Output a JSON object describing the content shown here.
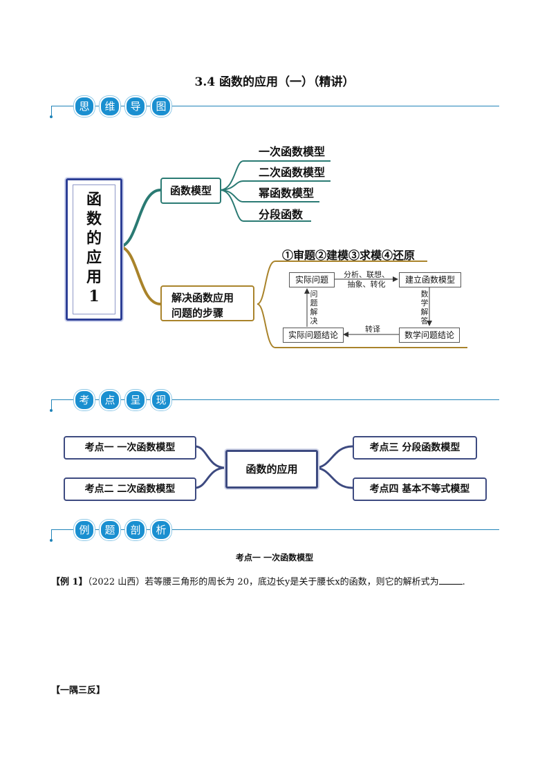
{
  "title": "3.4  函数的应用（一）（精讲）",
  "sections": {
    "mindmap": [
      "思",
      "维",
      "导",
      "图"
    ],
    "points": [
      "考",
      "点",
      "呈",
      "现"
    ],
    "examples": [
      "例",
      "题",
      "剖",
      "析"
    ]
  },
  "mindmap": {
    "root": [
      "函",
      "数",
      "的",
      "应",
      "用",
      "1"
    ],
    "branch1": "函数模型",
    "leaves": [
      "一次函数模型",
      "二次函数模型",
      "幂函数模型",
      "分段函数"
    ],
    "branch2": [
      "解决函数应用",
      "问题的步骤"
    ],
    "steps_title": "①审题②建模③求模④还原",
    "flow": {
      "actual_problem": "实际问题",
      "build_model": "建立函数模型",
      "math_conclusion": "数学问题结论",
      "actual_conclusion": "实际问题结论",
      "arrow_top_1": "分析、联想、",
      "arrow_top_2": "抽象、转化",
      "arrow_right": [
        "数",
        "学",
        "解",
        "答"
      ],
      "arrow_bottom": "转译",
      "arrow_left": [
        "问",
        "题",
        "解",
        "决"
      ]
    }
  },
  "points": {
    "center": "函数的应用",
    "p1": "考点一  一次函数模型",
    "p2": "考点二  二次函数模型",
    "p3": "考点三  分段函数模型",
    "p4": "考点四  基本不等式模型"
  },
  "example": {
    "subtitle": "考点一  一次函数模型",
    "label": "【例 1】",
    "text": "（2022 山西）若等腰三角形的周长为 20，底边长y是关于腰长x的函数，则它的解析式为",
    "end": ".",
    "practice": "【一隅三反】"
  }
}
